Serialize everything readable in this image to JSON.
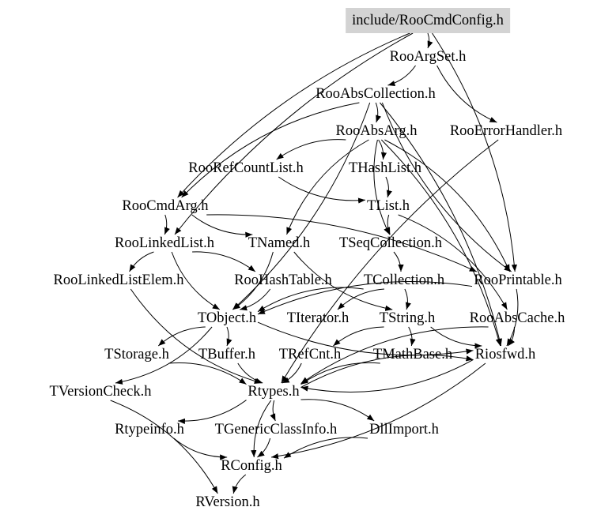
{
  "graph": {
    "root": "include/RooCmdConfig.h",
    "nodes": [
      {
        "id": "root",
        "label": "include/RooCmdConfig.h"
      },
      {
        "id": "argset",
        "label": "RooArgSet.h"
      },
      {
        "id": "abscoll",
        "label": "RooAbsCollection.h"
      },
      {
        "id": "absarg",
        "label": "RooAbsArg.h"
      },
      {
        "id": "errhandler",
        "label": "RooErrorHandler.h"
      },
      {
        "id": "refcount",
        "label": "RooRefCountList.h"
      },
      {
        "id": "thashlist",
        "label": "THashList.h"
      },
      {
        "id": "cmdarg",
        "label": "RooCmdArg.h"
      },
      {
        "id": "tlist",
        "label": "TList.h"
      },
      {
        "id": "linkedlist",
        "label": "RooLinkedList.h"
      },
      {
        "id": "tnamed",
        "label": "TNamed.h"
      },
      {
        "id": "tseqcoll",
        "label": "TSeqCollection.h"
      },
      {
        "id": "linkedelem",
        "label": "RooLinkedListElem.h"
      },
      {
        "id": "hashtable",
        "label": "RooHashTable.h"
      },
      {
        "id": "tcoll",
        "label": "TCollection.h"
      },
      {
        "id": "printable",
        "label": "RooPrintable.h"
      },
      {
        "id": "tobject",
        "label": "TObject.h"
      },
      {
        "id": "titerator",
        "label": "TIterator.h"
      },
      {
        "id": "tstring",
        "label": "TString.h"
      },
      {
        "id": "abscache",
        "label": "RooAbsCache.h"
      },
      {
        "id": "tstorage",
        "label": "TStorage.h"
      },
      {
        "id": "tbuffer",
        "label": "TBuffer.h"
      },
      {
        "id": "trefcnt",
        "label": "TRefCnt.h"
      },
      {
        "id": "tmathbase",
        "label": "TMathBase.h"
      },
      {
        "id": "riosfwd",
        "label": "Riosfwd.h"
      },
      {
        "id": "tversion",
        "label": "TVersionCheck.h"
      },
      {
        "id": "rtypes",
        "label": "Rtypes.h"
      },
      {
        "id": "rtypeinfo",
        "label": "Rtypeinfo.h"
      },
      {
        "id": "tgeneric",
        "label": "TGenericClassInfo.h"
      },
      {
        "id": "dllimport",
        "label": "DllImport.h"
      },
      {
        "id": "rconfig",
        "label": "RConfig.h"
      },
      {
        "id": "rversion",
        "label": "RVersion.h"
      }
    ],
    "edges": [
      [
        "root",
        "argset"
      ],
      [
        "root",
        "cmdarg"
      ],
      [
        "root",
        "printable"
      ],
      [
        "root",
        "linkedlist"
      ],
      [
        "argset",
        "abscoll"
      ],
      [
        "argset",
        "errhandler"
      ],
      [
        "abscoll",
        "absarg"
      ],
      [
        "abscoll",
        "cmdarg"
      ],
      [
        "abscoll",
        "tobject"
      ],
      [
        "abscoll",
        "printable"
      ],
      [
        "abscoll",
        "riosfwd"
      ],
      [
        "absarg",
        "refcount"
      ],
      [
        "absarg",
        "thashlist"
      ],
      [
        "absarg",
        "tnamed"
      ],
      [
        "absarg",
        "printable"
      ],
      [
        "absarg",
        "tseqcoll"
      ],
      [
        "absarg",
        "riosfwd"
      ],
      [
        "errhandler",
        "rtypes"
      ],
      [
        "thashlist",
        "tlist"
      ],
      [
        "refcount",
        "tlist"
      ],
      [
        "cmdarg",
        "linkedlist"
      ],
      [
        "cmdarg",
        "tnamed"
      ],
      [
        "cmdarg",
        "printable"
      ],
      [
        "tlist",
        "tseqcoll"
      ],
      [
        "tlist",
        "abscache"
      ],
      [
        "linkedlist",
        "linkedelem"
      ],
      [
        "linkedlist",
        "hashtable"
      ],
      [
        "linkedlist",
        "tobject"
      ],
      [
        "tnamed",
        "tobject"
      ],
      [
        "tnamed",
        "tstring"
      ],
      [
        "tseqcoll",
        "tcoll"
      ],
      [
        "tcoll",
        "tobject"
      ],
      [
        "tcoll",
        "tstring"
      ],
      [
        "tcoll",
        "titerator"
      ],
      [
        "hashtable",
        "tobject"
      ],
      [
        "printable",
        "tobject"
      ],
      [
        "printable",
        "riosfwd"
      ],
      [
        "tobject",
        "tstorage"
      ],
      [
        "tobject",
        "tbuffer"
      ],
      [
        "tobject",
        "riosfwd"
      ],
      [
        "tobject",
        "tversion"
      ],
      [
        "tstring",
        "trefcnt"
      ],
      [
        "tstring",
        "tmathbase"
      ],
      [
        "tstring",
        "riosfwd"
      ],
      [
        "abscache",
        "riosfwd"
      ],
      [
        "abscache",
        "rtypes"
      ],
      [
        "tstorage",
        "rtypes"
      ],
      [
        "tbuffer",
        "rtypes"
      ],
      [
        "trefcnt",
        "rtypes"
      ],
      [
        "tmathbase",
        "rtypes"
      ],
      [
        "riosfwd",
        "rtypes"
      ],
      [
        "linkedelem",
        "rtypes"
      ],
      [
        "rtypes",
        "rtypeinfo"
      ],
      [
        "rtypes",
        "tgeneric"
      ],
      [
        "rtypes",
        "dllimport"
      ],
      [
        "rtypes",
        "rconfig"
      ],
      [
        "rtypes",
        "riosfwd"
      ],
      [
        "rtypeinfo",
        "rconfig"
      ],
      [
        "tgeneric",
        "rconfig"
      ],
      [
        "dllimport",
        "rconfig"
      ],
      [
        "tversion",
        "rversion"
      ],
      [
        "rconfig",
        "rversion"
      ],
      [
        "riosfwd",
        "rconfig"
      ]
    ]
  }
}
